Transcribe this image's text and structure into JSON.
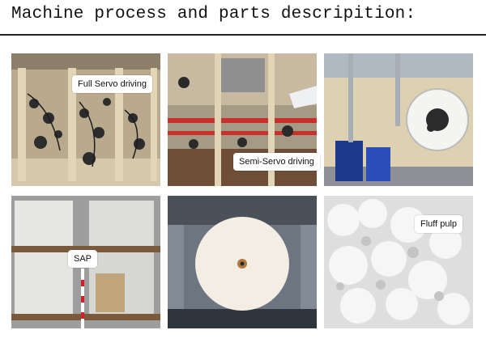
{
  "page": {
    "title": "Machine process and parts descripition:"
  },
  "panels": [
    {
      "id": "full-servo",
      "label": "Full Servo driving"
    },
    {
      "id": "semi-servo",
      "label": "Semi-Servo driving"
    },
    {
      "id": "machine-overview",
      "label": ""
    },
    {
      "id": "sap",
      "label": "SAP"
    },
    {
      "id": "paper-roll",
      "label": ""
    },
    {
      "id": "fluff-pulp",
      "label": "Fluff pulp"
    }
  ]
}
